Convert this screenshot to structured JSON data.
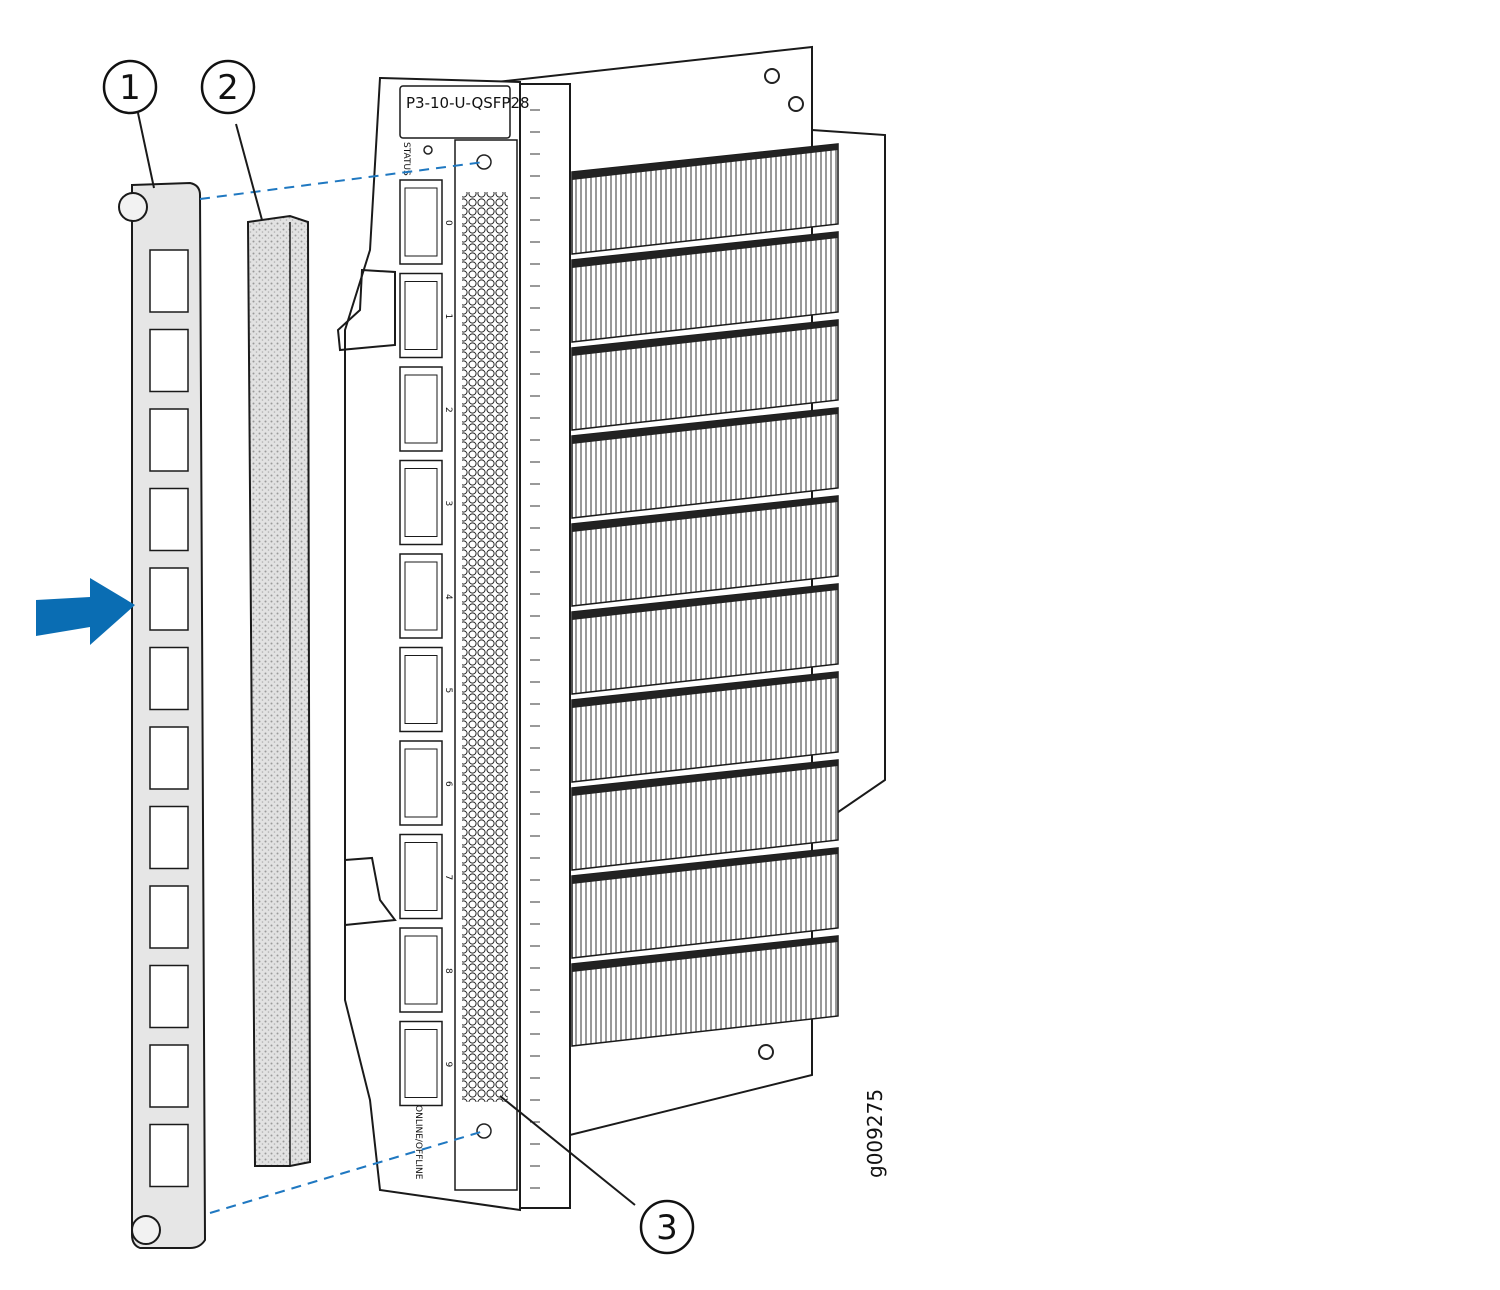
{
  "callouts": {
    "one": "1",
    "two": "2",
    "three": "3"
  },
  "card": {
    "label": "P3-10-U-QSFP28",
    "status_label": "STATUS",
    "online_label": "ONLINE/OFFLINE",
    "ports": [
      "0",
      "1",
      "2",
      "3",
      "4",
      "5",
      "6",
      "7",
      "8",
      "9"
    ]
  },
  "figure_id": "g009275",
  "colors": {
    "arrow": "#0a6db3",
    "dashed": "#1f78c1",
    "line": "#1a1a1a",
    "bracket": "#e8e8e8",
    "foam": "#d8d8d8"
  }
}
